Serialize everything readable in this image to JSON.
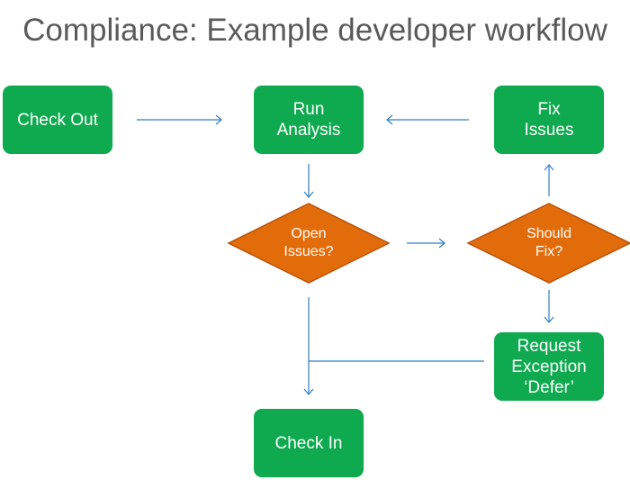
{
  "title": "Compliance: Example developer workflow",
  "colors": {
    "process": "#0faa4f",
    "decision": "#e36c0a",
    "decision_border": "#b7530a",
    "connector": "#2f7fc0",
    "title": "#5a5a5a"
  },
  "nodes": {
    "check_out": "Check Out",
    "run_analysis": "Run\nAnalysis",
    "fix_issues": "Fix\nIssues",
    "open_issues": "Open\nIssues?",
    "should_fix": "Should\nFix?",
    "request_exception": "Request\nException\n‘Defer’",
    "check_in": "Check In"
  }
}
